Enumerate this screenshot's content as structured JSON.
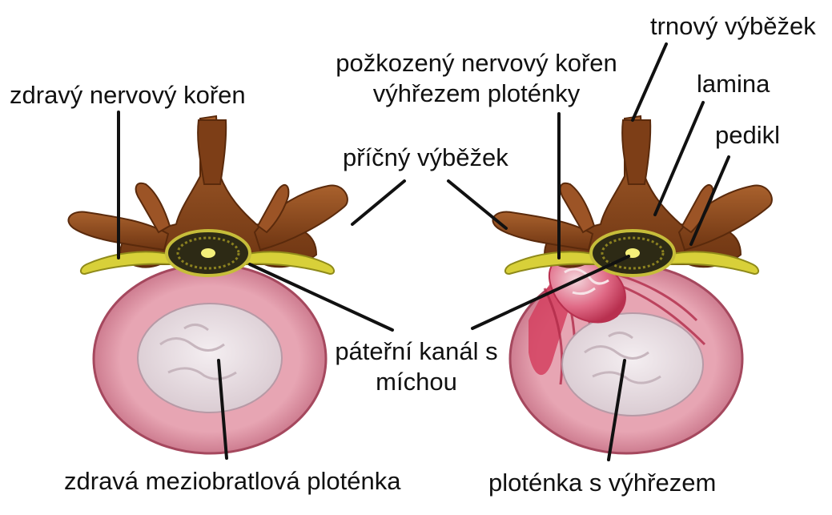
{
  "labels": {
    "healthy_nerve_root": "zdravý nervový kořen",
    "damaged_nerve_root_line1": "požkozený nervový kořen",
    "damaged_nerve_root_line2": "výhřezem ploténky",
    "spinous_process": "trnový výběžek",
    "lamina": "lamina",
    "pedicle": "pedikl",
    "transverse_process": "příčný výběžek",
    "spinal_canal_line1": "páteřní kanál s",
    "spinal_canal_line2": "míchou",
    "healthy_disc": "zdravá meziobratlová ploténka",
    "herniated_disc": "ploténka s výhřezem"
  },
  "colors": {
    "bone": "#8a4a1f",
    "bone_light": "#b06a35",
    "disc_ring": "#d98a9c",
    "disc_ring_dark": "#b85a70",
    "nucleus": "#e6dde2",
    "nerve": "#d7cf3c",
    "herniation": "#e05a78",
    "leader_line": "#111111"
  }
}
